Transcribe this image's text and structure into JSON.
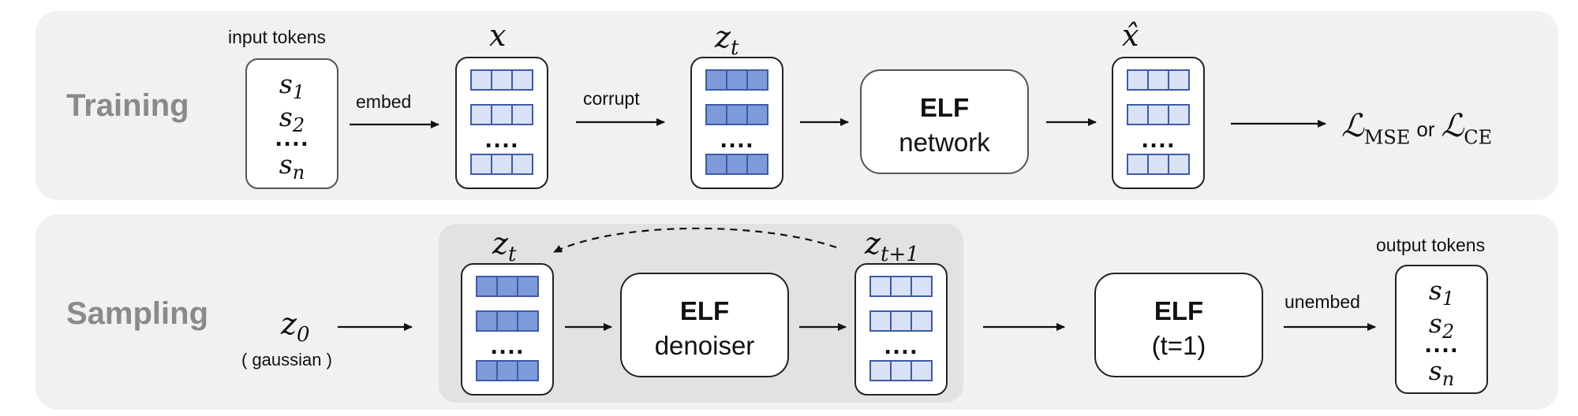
{
  "training": {
    "label": "Training",
    "input_label": "input tokens",
    "tokens": [
      "s",
      "s",
      "s"
    ],
    "token_subs": [
      "1",
      "2",
      "n"
    ],
    "dots": "....",
    "embed_label": "embed",
    "x_label": "x",
    "corrupt_label": "corrupt",
    "zt_label": "z",
    "zt_sub": "t",
    "elf_title": "ELF",
    "elf_sub": "network",
    "xhat_label": "x̂",
    "loss_L": "ℒ",
    "loss_mse": "MSE",
    "loss_or": "or",
    "loss_ce": "CE"
  },
  "sampling": {
    "label": "Sampling",
    "z0": "z",
    "z0_sub": "0",
    "gaussian_label": "( gaussian )",
    "zt_label": "z",
    "zt_sub": "t",
    "zt1_sub": "t+1",
    "denoiser_title": "ELF",
    "denoiser_sub": "denoiser",
    "final_title": "ELF",
    "final_sub": "(t=1)",
    "unembed_label": "unembed",
    "output_label": "output tokens",
    "tokens": [
      "s",
      "s",
      "s"
    ],
    "token_subs": [
      "1",
      "2",
      "n"
    ],
    "dots": "...."
  },
  "colors": {
    "panel_bg": "#f1f1f1",
    "highlight_bg": "#e2e2e2",
    "vector_light": "#d9e1f5",
    "vector_dark": "#7d9ad9",
    "vector_border": "#3d5ba8",
    "label_gray": "#8a8a8a"
  }
}
